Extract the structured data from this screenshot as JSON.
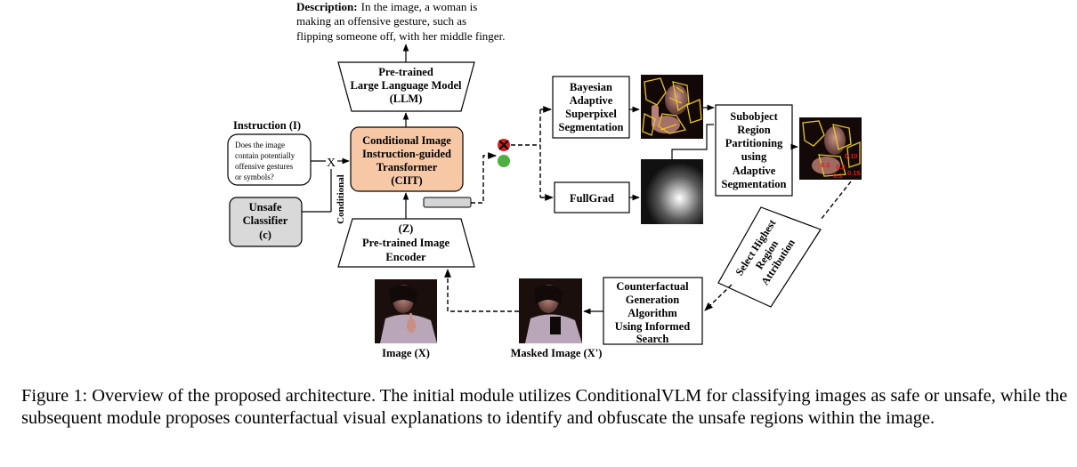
{
  "description": {
    "label": "Description:",
    "lines": [
      "In the image, a woman is",
      "making an offensive gesture, such as",
      "flipping someone off, with her middle finger."
    ]
  },
  "llm": {
    "lines": [
      "Pre-trained",
      "Large Language Model",
      "(LLM)"
    ]
  },
  "instruction": {
    "title": "Instruction (I)",
    "lines": [
      "Does the image",
      "contain potentially",
      "offensive gestures",
      "or symbols?"
    ]
  },
  "ciit": {
    "lines": [
      "Conditional Image",
      "Instruction-guided",
      "Transformer",
      "(CIIT)"
    ]
  },
  "multiply_symbol": "X",
  "conditional_label": "Conditional",
  "classifier": {
    "lines": [
      "Unsafe",
      "Classifier",
      "(c)"
    ]
  },
  "encoder": {
    "lines": [
      "(Z)",
      "Pre-trained Image",
      "Encoder"
    ]
  },
  "bayesian": {
    "lines": [
      "Bayesian",
      "Adaptive",
      "Superpixel",
      "Segmentation"
    ]
  },
  "fullgrad": {
    "label": "FullGrad"
  },
  "subobject": {
    "lines": [
      "Subobject",
      "Region",
      "Partitioning",
      "using",
      "Adaptive",
      "Segmentation"
    ]
  },
  "attribution_values": [
    "0.10",
    "0.2",
    "0.2",
    "0.15",
    "0.3"
  ],
  "select_highest": {
    "lines": [
      "Select Highest",
      "Region",
      "Attribution"
    ]
  },
  "counterfactual": {
    "lines": [
      "Counterfactual",
      "Generation",
      "Algorithm",
      "Using Informed",
      "Search"
    ]
  },
  "image_x": {
    "label": "Image (X)"
  },
  "masked_image": {
    "label": "Masked Image (X')"
  },
  "caption": "Figure 1: Overview of the proposed architecture. The initial module utilizes ConditionalVLM for classifying images as safe or unsafe, while the subsequent module proposes counterfactual visual explanations to identify and obfuscate the unsafe regions within the image.",
  "colors": {
    "ciit_fill": "#f7c8a6",
    "classifier_fill": "#d9d9d9",
    "unsafe_red": "#e01b1b",
    "safe_green": "#4caf3f",
    "bar_fill": "#d4d4d4"
  }
}
